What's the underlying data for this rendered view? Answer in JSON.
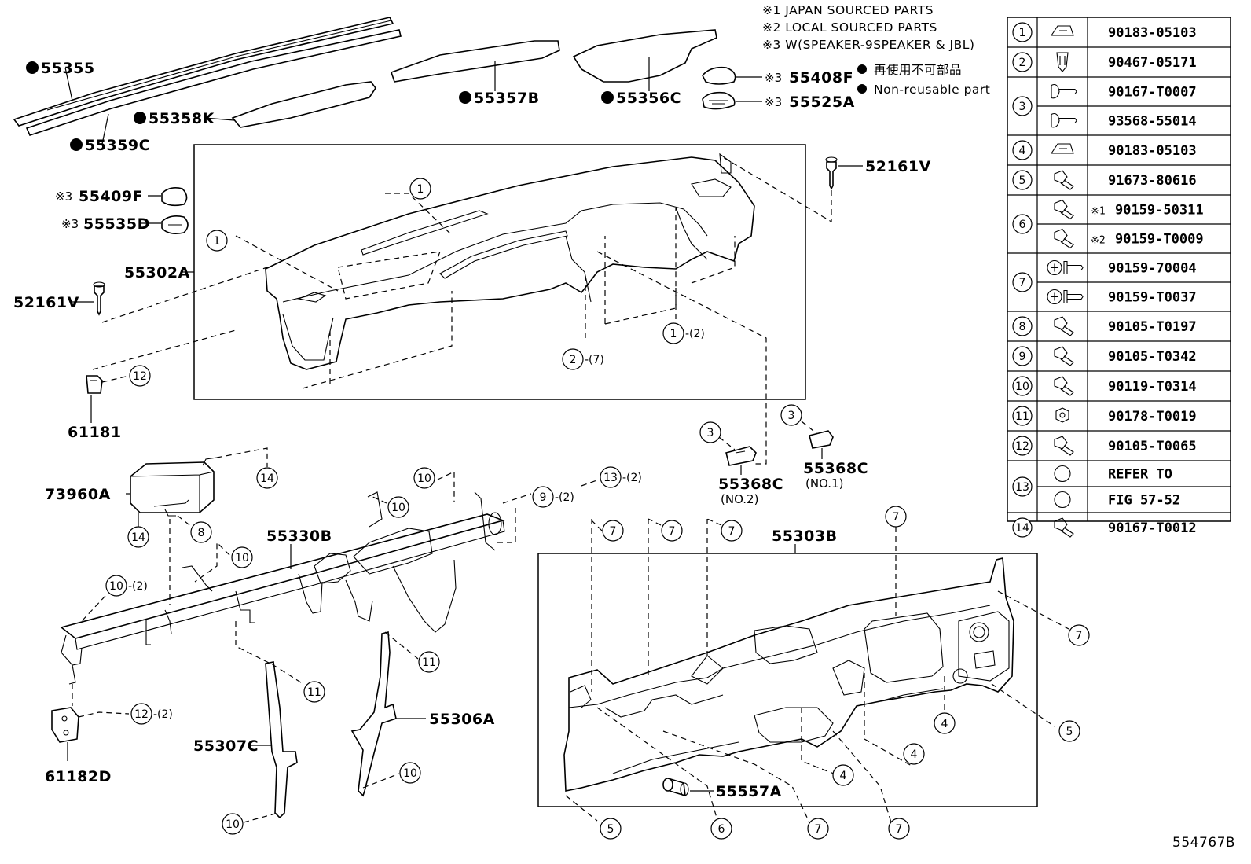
{
  "notes": {
    "n1": "※1  JAPAN SOURCED PARTS",
    "n2": "※2  LOCAL SOURCED PARTS",
    "n3": "※3  W(SPEAKER-9SPEAKER & JBL)",
    "nonreuse_jp": "再使用不可部品",
    "nonreuse_en": "Non-reusable part"
  },
  "parts": {
    "p55355": "55355",
    "p55359C": "55359C",
    "p55358K": "55358K",
    "p55357B": "55357B",
    "p55356C": "55356C",
    "p55408F": "55408F",
    "p55525A": "55525A",
    "p52161V_r": "52161V",
    "p55409F": "55409F",
    "p55535D": "55535D",
    "p55302A": "55302A",
    "p52161V_l": "52161V",
    "p61181": "61181",
    "p73960A": "73960A",
    "p55330B": "55330B",
    "p55368C_a": "55368C",
    "p55368C_a_sub": "(NO.2)",
    "p55368C_b": "55368C",
    "p55368C_b_sub": "(NO.1)",
    "p55303B": "55303B",
    "p55306A": "55306A",
    "p55307C": "55307C",
    "p61182D": "61182D",
    "p55557A": "55557A",
    "mark3": "※3",
    "qty2": "-(2)",
    "qty7": "-(7)",
    "figure_id": "554767B"
  },
  "table": {
    "rows": [
      {
        "ref": "1",
        "codes": [
          "90183-05103"
        ]
      },
      {
        "ref": "2",
        "codes": [
          "90467-05171"
        ]
      },
      {
        "ref": "3",
        "codes": [
          "90167-T0007",
          "93568-55014"
        ]
      },
      {
        "ref": "4",
        "codes": [
          "90183-05103"
        ]
      },
      {
        "ref": "5",
        "codes": [
          "91673-80616"
        ]
      },
      {
        "ref": "6",
        "codes": [
          "※1 90159-50311",
          "※2 90159-T0009"
        ]
      },
      {
        "ref": "7",
        "codes": [
          "90159-70004",
          "90159-T0037"
        ]
      },
      {
        "ref": "8",
        "codes": [
          "90105-T0197"
        ]
      },
      {
        "ref": "9",
        "codes": [
          "90105-T0342"
        ]
      },
      {
        "ref": "10",
        "codes": [
          "90119-T0314"
        ]
      },
      {
        "ref": "11",
        "codes": [
          "90178-T0019"
        ]
      },
      {
        "ref": "12",
        "codes": [
          "90105-T0065"
        ]
      },
      {
        "ref": "13",
        "codes": [
          "REFER TO",
          "FIG 57-52"
        ]
      },
      {
        "ref": "14",
        "codes": [
          "90167-T0012"
        ]
      }
    ]
  },
  "callouts": {
    "c1": "1",
    "c2": "2",
    "c3": "3",
    "c4": "4",
    "c5": "5",
    "c6": "6",
    "c7": "7",
    "c8": "8",
    "c9": "9",
    "c10": "10",
    "c11": "11",
    "c12": "12",
    "c13": "13",
    "c14": "14"
  },
  "colors": {
    "line": "#000000",
    "background": "#ffffff"
  }
}
